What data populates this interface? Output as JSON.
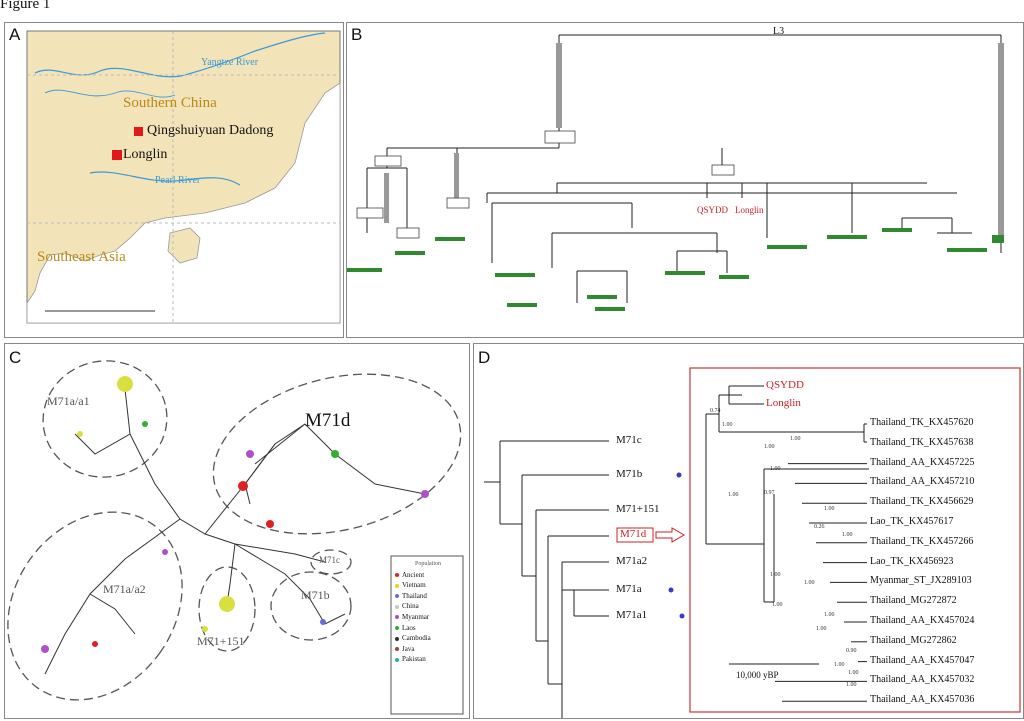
{
  "figure": {
    "title": "Figure 1"
  },
  "panels": {
    "a": {
      "label": "A",
      "places": {
        "site1": "Qingshuiyuan Dadong",
        "site2": "Longlin"
      },
      "regions": {
        "china": "Southern China",
        "sea": "Southeast Asia"
      },
      "rivers": {
        "yangtze": "Yangtze River",
        "pearl": "Pearl River"
      },
      "colors": {
        "land": "#f3e3b8",
        "sea": "#ffffff",
        "river": "#3a9ad9",
        "site": "#e01a1a",
        "region_text": "#b88a16"
      }
    },
    "b": {
      "label": "B",
      "root": "L3",
      "sample_labels": [
        "QSYDD",
        "Longlin"
      ],
      "colors": {
        "sample": "#cc2222",
        "leaf": "#2f8a2f"
      }
    },
    "c": {
      "label": "C",
      "clusters": {
        "a1": "M71a/a1",
        "d": "M71d",
        "a2": "M71a/a2",
        "c": "M71c",
        "b": "M71b",
        "m151": "M71+151"
      },
      "legend": {
        "title": "Population",
        "items": [
          {
            "name": "Ancient",
            "color": "#e02020"
          },
          {
            "name": "Vietnam",
            "color": "#d8d820"
          },
          {
            "name": "Thailand",
            "color": "#6a6ad8"
          },
          {
            "name": "China",
            "color": "#c8c8c8"
          },
          {
            "name": "Myanmar",
            "color": "#b050c8"
          },
          {
            "name": "Laos",
            "color": "#30b030"
          },
          {
            "name": "Cambodia",
            "color": "#303030"
          },
          {
            "name": "Java",
            "color": "#a04040"
          },
          {
            "name": "Pakistan",
            "color": "#20b0b0"
          }
        ]
      }
    },
    "d": {
      "label": "D",
      "left_tips": [
        "M71c",
        "M71b",
        "M71+151",
        "M71d",
        "M71a2",
        "M71a",
        "M71a1"
      ],
      "samples": [
        "QSYDD",
        "Longlin"
      ],
      "tips": [
        "Thailand_TK_KX457620",
        "Thailand_TK_KX457638",
        "Thailand_AA_KX457225",
        "Thailand_AA_KX457210",
        "Thailand_TK_KX456629",
        "Lao_TK_KX457617",
        "Thailand_TK_KX457266",
        "Lao_TK_KX456923",
        "Myanmar_ST_JX289103",
        "Thailand_MG272872",
        "Thailand_AA_KX457024",
        "Thailand_MG272862",
        "Thailand_AA_KX457047",
        "Thailand_AA_KX457032",
        "Thailand_AA_KX457036"
      ],
      "supports": [
        "0.74",
        "1.00",
        "1.00",
        "1.00",
        "1.00",
        "0.97",
        "1.00",
        "1.00",
        "0.26",
        "1.00",
        "1.00",
        "1.00",
        "1.00",
        "1.00",
        "1.00",
        "0.90",
        "1.00",
        "1.00",
        "1.00"
      ],
      "scale": "10,000 yBP",
      "colors": {
        "highlight": "#cc2222",
        "dot": "#3a3ac8"
      }
    }
  }
}
